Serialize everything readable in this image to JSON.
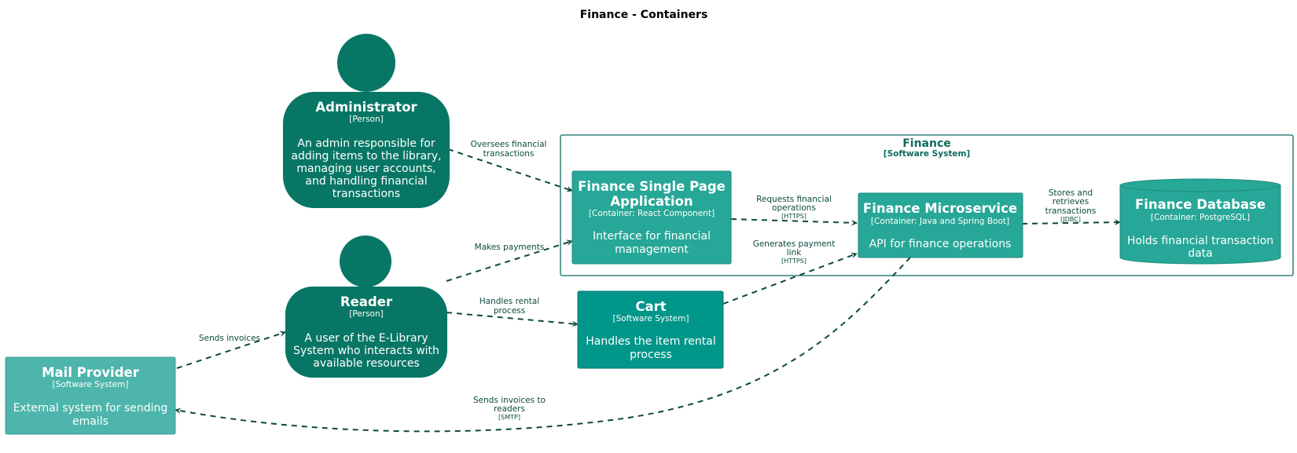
{
  "title": "Finance - Containers",
  "colors": {
    "person": "#087665",
    "container": "#27a797",
    "system": "#01968a",
    "external": "#4db5ab",
    "boundary": "#0b6b5d",
    "relation": "#0c4a3f"
  },
  "boundary": {
    "name": "Finance",
    "type": "[Software System]"
  },
  "elements": {
    "administrator": {
      "name": "Administrator",
      "type": "[Person]",
      "desc": [
        "An admin responsible for",
        "adding items to the library,",
        "managing user accounts,",
        "and handling financial",
        "transactions"
      ]
    },
    "reader": {
      "name": "Reader",
      "type": "[Person]",
      "desc": [
        "A user of the E-Library",
        "System who interacts with",
        "available resources"
      ]
    },
    "spa": {
      "name": [
        "Finance Single Page",
        "Application"
      ],
      "type": "[Container: React Component]",
      "desc": [
        "Interface for financial",
        "management"
      ]
    },
    "microservice": {
      "name": "Finance Microservice",
      "type": "[Container: Java and Spring Boot]",
      "desc": [
        "API for finance operations"
      ]
    },
    "database": {
      "name": "Finance Database",
      "type": "[Container: PostgreSQL]",
      "desc": [
        "Holds financial transaction",
        "data"
      ]
    },
    "cart": {
      "name": "Cart",
      "type": "[Software System]",
      "desc": [
        "Handles the item rental",
        "process"
      ]
    },
    "mail": {
      "name": "Mail Provider",
      "type": "[Software System]",
      "desc": [
        "External system for sending",
        "emails"
      ]
    }
  },
  "relations": [
    {
      "id": "admin-spa",
      "label": [
        "Oversees financial",
        "transactions"
      ],
      "tech": ""
    },
    {
      "id": "reader-spa",
      "label": [
        "Makes payments"
      ],
      "tech": ""
    },
    {
      "id": "reader-cart",
      "label": [
        "Handles rental",
        "process"
      ],
      "tech": ""
    },
    {
      "id": "mail-reader",
      "label": [
        "Sends invoices"
      ],
      "tech": ""
    },
    {
      "id": "spa-micro",
      "label": [
        "Requests financial",
        "operations"
      ],
      "tech": "[HTTPS]"
    },
    {
      "id": "cart-micro",
      "label": [
        "Generates payment",
        "link"
      ],
      "tech": "[HTTPS]"
    },
    {
      "id": "micro-db",
      "label": [
        "Stores and",
        "retrieves",
        "transactions"
      ],
      "tech": "[JDBC]"
    },
    {
      "id": "micro-mail",
      "label": [
        "Sends invoices to",
        "readers"
      ],
      "tech": "[SMTP]"
    }
  ]
}
